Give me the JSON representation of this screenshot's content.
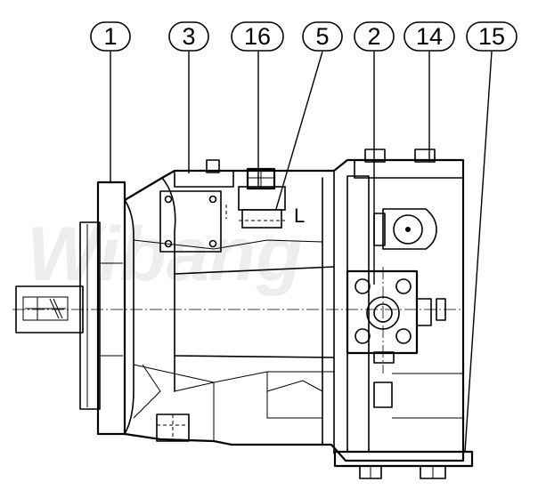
{
  "watermark": "Wibang",
  "port_label": "L",
  "callouts": [
    {
      "id": "callout-1",
      "label": "1"
    },
    {
      "id": "callout-3",
      "label": "3"
    },
    {
      "id": "callout-16",
      "label": "16"
    },
    {
      "id": "callout-5",
      "label": "5"
    },
    {
      "id": "callout-2",
      "label": "2"
    },
    {
      "id": "callout-14",
      "label": "14"
    },
    {
      "id": "callout-15",
      "label": "15"
    }
  ],
  "colors": {
    "line": "#000000",
    "background": "#ffffff"
  }
}
